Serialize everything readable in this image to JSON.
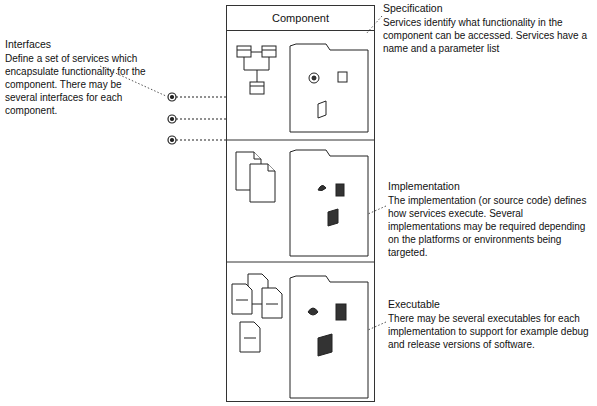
{
  "diagram": {
    "nodes": [
      {
        "text": [
          "Component"
        ]
      }
    ],
    "labels": [
      "Interfaces",
      "Define a set of services which encapsulate functionality for the component. There may be several interfaces for each component.",
      "Specification",
      "Services identify what functionality in the component can be accessed. Services have a name and a parameter list",
      "Implementation",
      "The implementation (or source code) defines how services execute. Several implementations may be required depending on the platforms or environments being targeted.",
      "Executable",
      "There may be several executables for each implementation to support for example debug and release versions of software."
    ]
  }
}
